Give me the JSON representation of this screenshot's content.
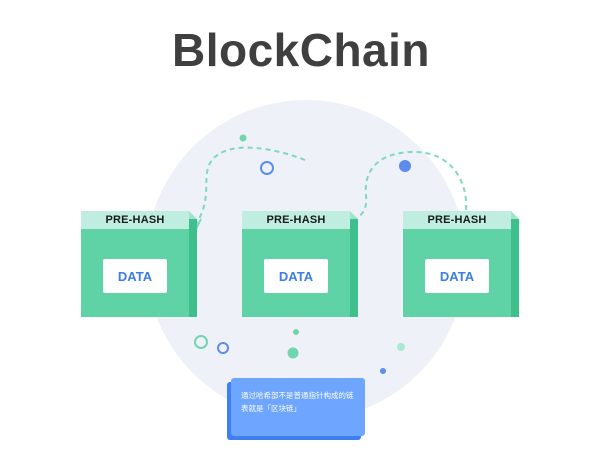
{
  "header": {
    "title": "BlockChain"
  },
  "blocks": [
    {
      "header_label": "PRE-HASH",
      "body_label": "DATA"
    },
    {
      "header_label": "PRE-HASH",
      "body_label": "DATA"
    },
    {
      "header_label": "PRE-HASH",
      "body_label": "DATA"
    }
  ],
  "note": {
    "text": "通过哈希部不是普通指针构成的链表就是「区块链」"
  },
  "colors": {
    "title": "#3f3f3f",
    "block_front": "#5fd3a6",
    "block_side": "#3fbf8c",
    "block_top": "#bfeee0",
    "data_text": "#3a7ee6",
    "link_dashed": "#7fd9c0",
    "bubble_bg": "#eef1f8",
    "note_bg": "#6ea6ff",
    "accent_blue": "#5b8def",
    "accent_green": "#6fd6ae"
  }
}
